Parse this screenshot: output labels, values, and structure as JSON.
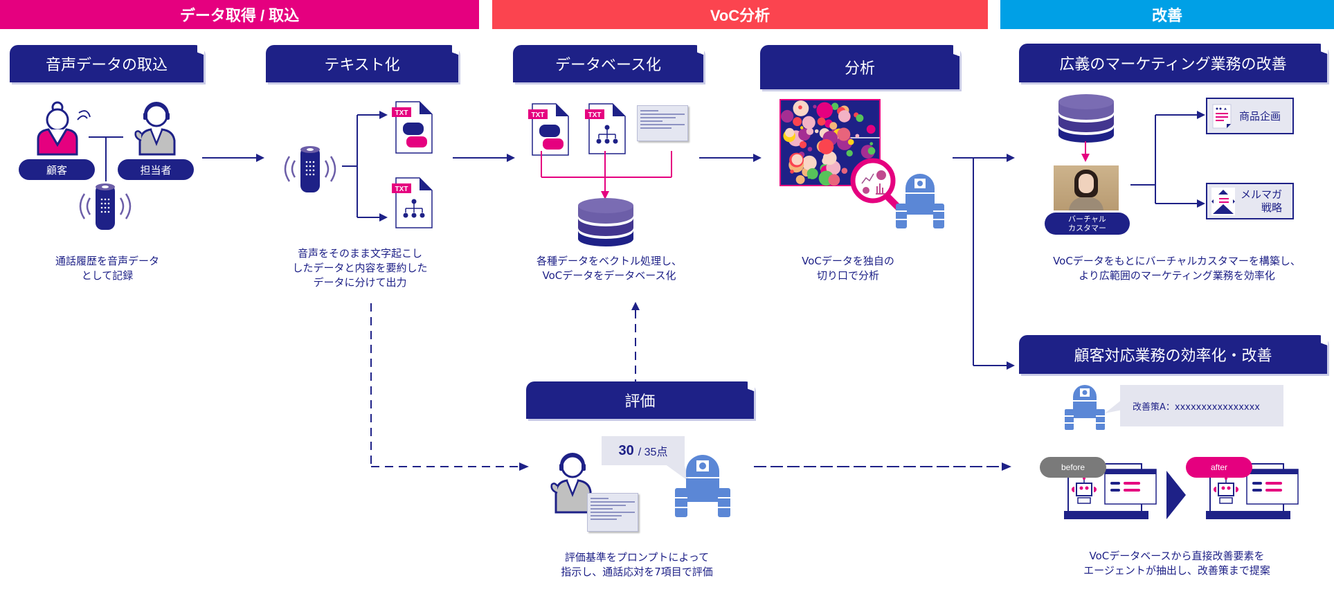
{
  "phases": [
    {
      "label": "データ取得 / 取込",
      "color": "#e5007f"
    },
    {
      "label": "VoC分析",
      "color": "#fb444f"
    },
    {
      "label": "改善",
      "color": "#00a0e6"
    }
  ],
  "steps": {
    "voice_import": {
      "title": "音声データの取込",
      "customer_label": "顧客",
      "agent_label": "担当者",
      "description": "通話履歴を音声データ\nとして記録"
    },
    "text_conversion": {
      "title": "テキスト化",
      "file_tag": "TXT",
      "description": "音声をそのまま文字起こし\nしたデータと内容を要約した\nデータに分けて出力"
    },
    "database": {
      "title": "データベース化",
      "file_tag": "TXT",
      "description": "各種データをベクトル処理し、\nVoCデータをデータベース化"
    },
    "analysis": {
      "title": "分析",
      "description": "VoCデータを独自の\n切り口で分析"
    },
    "evaluation": {
      "title": "評価",
      "score": "30",
      "score_total": "/ 35点",
      "description": "評価基準をプロンプトによって\n指示し、通話応対を7項目で評価"
    },
    "marketing": {
      "title": "広義のマーケティング業務の改善",
      "virtual_customer_label": "バーチャル\nカスタマー",
      "outputs": [
        "商品企画",
        "メルマガ\n戦略"
      ],
      "description": "VoCデータをもとにバーチャルカスタマーを構築し、\nより広範囲のマーケティング業務を効率化"
    },
    "customer_service": {
      "title": "顧客対応業務の効率化・改善",
      "suggestion": "改善策A：xxxxxxxxxxxxxxxx",
      "before_label": "before",
      "after_label": "after",
      "description": "VoCデータベースから直接改善要素を\nエージェントが抽出し、改善策まで提案"
    }
  },
  "colors": {
    "navy": "#1e2187",
    "magenta": "#e5007f",
    "robot_blue": "#5b87d6",
    "db_purple": "#6c5ea8",
    "gray": "#7a7a7a"
  },
  "icons": [
    "customer-icon",
    "agent-headset-icon",
    "smart-speaker-icon",
    "txt-chat-file-icon",
    "txt-tree-file-icon",
    "document-thumbnail-icon",
    "database-icon",
    "bubble-chart-icon",
    "magnifier-icon",
    "robot-icon",
    "virtual-customer-photo",
    "product-plan-icon",
    "newsletter-icon",
    "before-screen-icon",
    "after-screen-icon",
    "next-triangle-icon"
  ]
}
